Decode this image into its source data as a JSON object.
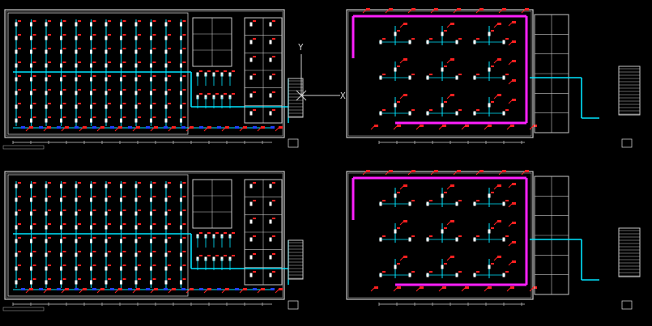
{
  "viewport": {
    "background": "#000000",
    "axis_y_label": "Y",
    "axis_x_label": "X"
  },
  "colors": {
    "wall": "#c8c8c8",
    "pipe_main": "#00e5ff",
    "pipe_feed": "#00e5ff",
    "sprinkler_head": "#ffffff",
    "sprinkler_tag": "#ff2020",
    "magenta_run": "#ff20ff",
    "dim_line": "#9a9a9a",
    "text": "#bfbfbf",
    "tag_blue": "#2040ff"
  },
  "sheets": [
    {
      "id": "top-left",
      "style": "grid"
    },
    {
      "id": "top-right",
      "style": "ring"
    },
    {
      "id": "bottom-left",
      "style": "grid"
    },
    {
      "id": "bottom-right",
      "style": "ring"
    }
  ]
}
